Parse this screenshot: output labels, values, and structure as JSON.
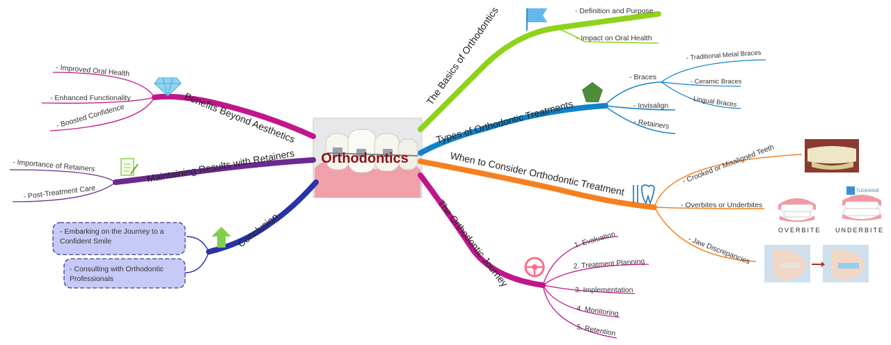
{
  "center": {
    "title": "Orthodontics"
  },
  "branches": {
    "basics": {
      "label": "The Basics of Orthodontics",
      "color": "#8fd21c",
      "items": [
        "- Definition and Purpose",
        "- Impact on Oral Health"
      ]
    },
    "types": {
      "label": "Types of Orthodontic Treatments",
      "color": "#1282c8",
      "braces": "- Braces",
      "brace_items": [
        "- Traditional Metal Braces",
        "- Ceramic Braces",
        "- Lingual Braces"
      ],
      "items": [
        "- Invisalign",
        "- Retainers"
      ]
    },
    "when": {
      "label": "When to Consider Orthodontic Treatment",
      "color": "#f5801f",
      "items": [
        "- Crooked or Misaligned Teeth",
        "- Overbites or Underbites",
        "- Jaw Discrepancies"
      ],
      "image_captions": [
        "OVERBITE",
        "UNDERBITE"
      ],
      "logo_text": "TUCKAHOE"
    },
    "journey": {
      "label": "The Orthodontic Journey",
      "color": "#c0168a",
      "items": [
        "1. Evaluation",
        "2. Treatment Planning",
        "3. Implementation",
        "4. Monitoring",
        "5. Retention"
      ]
    },
    "benefits": {
      "label": "Benefits Beyond Aesthetics",
      "color": "#c0168a",
      "items": [
        "- Improved Oral Health",
        "- Enhanced Functionality",
        "- Boosted Confidence"
      ]
    },
    "maintaining": {
      "label": "Maintaining Results with Retainers",
      "color": "#6a2a8e",
      "items": [
        "- Importance of Retainers",
        "- Post-Treatment Care"
      ]
    },
    "conclusion": {
      "label": "Conclusion",
      "color": "#2a33a6",
      "items": [
        "- Embarking on the Journey to a Confident Smile",
        "- Consulting with Orthodontic Professionals"
      ],
      "item_lines": [
        [
          "- Embarking on the Journey to a",
          "Confident Smile"
        ],
        [
          "- Consulting with Orthodontic",
          "Professionals"
        ]
      ]
    }
  },
  "icons": {
    "basics": "flag-icon",
    "types": "pentagon-icon",
    "when": "dental-tools-icon",
    "journey": "steering-wheel-icon",
    "benefits": "diamond-icon",
    "maintaining": "notepad-icon",
    "conclusion": "up-arrow-icon"
  }
}
